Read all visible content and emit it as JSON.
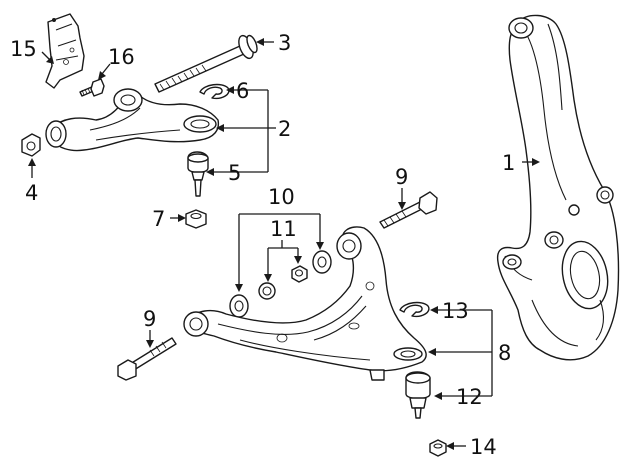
{
  "callouts": [
    {
      "id": "c1",
      "text": "1"
    },
    {
      "id": "c2",
      "text": "2"
    },
    {
      "id": "c3",
      "text": "3"
    },
    {
      "id": "c4",
      "text": "4"
    },
    {
      "id": "c5",
      "text": "5"
    },
    {
      "id": "c6",
      "text": "6"
    },
    {
      "id": "c7",
      "text": "7"
    },
    {
      "id": "c8",
      "text": "8"
    },
    {
      "id": "c9a",
      "text": "9"
    },
    {
      "id": "c9b",
      "text": "9"
    },
    {
      "id": "c10",
      "text": "10"
    },
    {
      "id": "c11",
      "text": "11"
    },
    {
      "id": "c12",
      "text": "12"
    },
    {
      "id": "c13",
      "text": "13"
    },
    {
      "id": "c14",
      "text": "14"
    },
    {
      "id": "c15",
      "text": "15"
    },
    {
      "id": "c16",
      "text": "16"
    }
  ],
  "parts": {
    "p1": "steering-knuckle",
    "p2": "upper-control-arm",
    "p3": "upper-arm-bolt",
    "p4": "upper-arm-nut",
    "p5": "upper-ball-joint",
    "p6": "upper-retaining-clip",
    "p7": "upper-ball-joint-nut",
    "p8": "lower-control-arm",
    "p9": "lower-arm-bolt",
    "p10": "lower-arm-bushing",
    "p11": "lower-arm-small-bushing",
    "p12": "lower-ball-joint",
    "p13": "lower-retaining-clip",
    "p14": "lower-ball-joint-nut",
    "p15": "bracket-shield",
    "p16": "bracket-bolt"
  }
}
